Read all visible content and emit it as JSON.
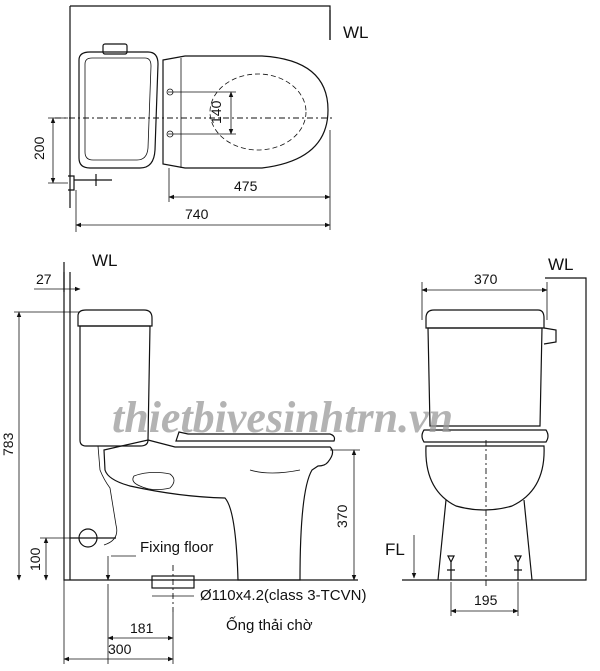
{
  "top_view": {
    "wall_label": "WL",
    "dim_length": "740",
    "dim_seat_depth": "475",
    "dim_hole_spacing": "140",
    "dim_offset": "200"
  },
  "side_view": {
    "wall_label": "WL",
    "dim_wall_gap": "27",
    "dim_total_height": "783",
    "dim_seat_height": "370",
    "dim_fixing_height": "100",
    "dim_outlet_center": "181",
    "dim_outlet_total": "300",
    "fixing_label": "Fixing floor",
    "pipe_spec": "Ø110x4.2(class 3-TCVN)",
    "pipe_name": "Ống thải chờ"
  },
  "front_view": {
    "wall_label": "WL",
    "floor_label": "FL",
    "dim_width": "370",
    "dim_bolt_spacing": "195"
  },
  "watermark": "thietbivesinhtrn.vn"
}
